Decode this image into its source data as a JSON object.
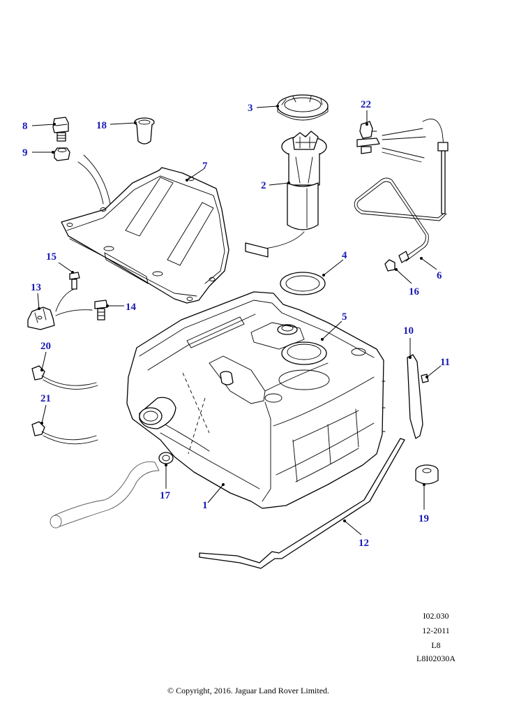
{
  "callouts": [
    {
      "id": "1",
      "label": "1"
    },
    {
      "id": "2",
      "label": "2"
    },
    {
      "id": "3",
      "label": "3"
    },
    {
      "id": "4",
      "label": "4"
    },
    {
      "id": "5",
      "label": "5"
    },
    {
      "id": "6",
      "label": "6"
    },
    {
      "id": "7",
      "label": "7"
    },
    {
      "id": "8",
      "label": "8"
    },
    {
      "id": "9",
      "label": "9"
    },
    {
      "id": "10",
      "label": "10"
    },
    {
      "id": "11",
      "label": "11"
    },
    {
      "id": "12",
      "label": "12"
    },
    {
      "id": "13",
      "label": "13"
    },
    {
      "id": "14",
      "label": "14"
    },
    {
      "id": "15",
      "label": "15"
    },
    {
      "id": "16",
      "label": "16"
    },
    {
      "id": "17",
      "label": "17"
    },
    {
      "id": "18",
      "label": "18"
    },
    {
      "id": "19",
      "label": "19"
    },
    {
      "id": "20",
      "label": "20"
    },
    {
      "id": "21",
      "label": "21"
    },
    {
      "id": "22",
      "label": "22"
    }
  ],
  "reference": {
    "code": "I02.030",
    "date": "12-2011",
    "line": "L8",
    "id": "L8I02030A"
  },
  "copyright": "© Copyright, 2016. Jaguar Land Rover Limited.",
  "colors": {
    "callout": "#1a1ab8",
    "line": "#000000"
  }
}
